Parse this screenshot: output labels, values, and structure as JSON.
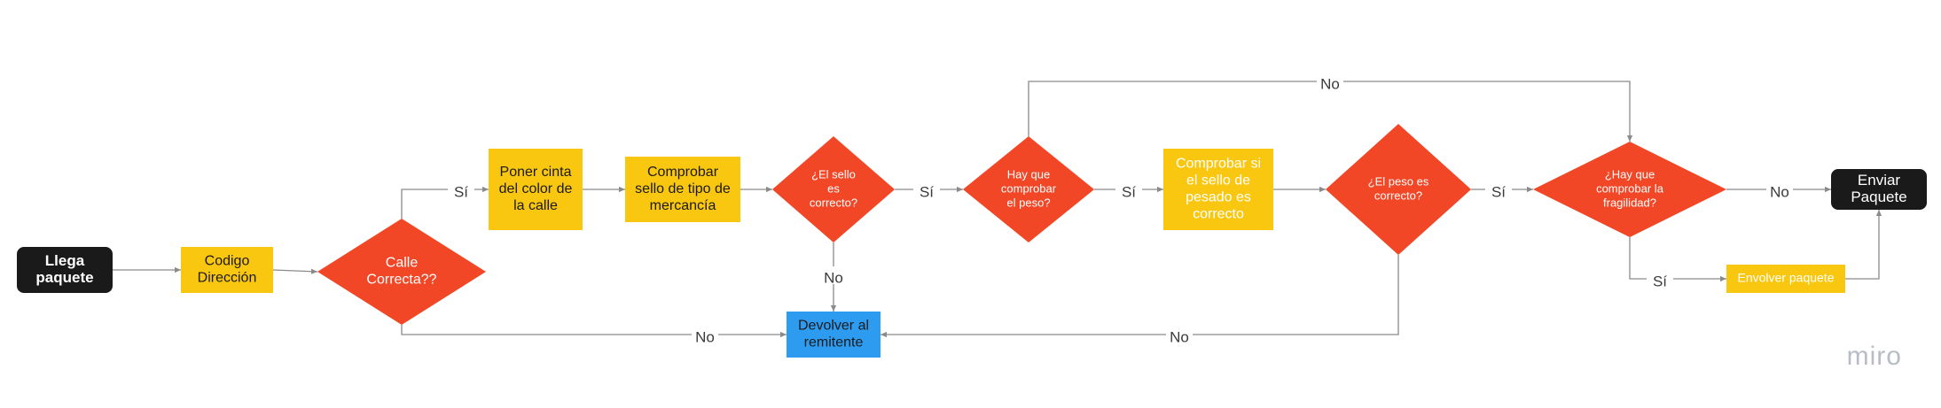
{
  "nodes": {
    "llega": {
      "lines": [
        "Llega",
        "paquete"
      ],
      "bg": "#1a1a1a",
      "fg": "#ffffff"
    },
    "codigo": {
      "lines": [
        "Codigo",
        "Dirección"
      ],
      "bg": "#fac710",
      "fg": "#1a1a1a"
    },
    "calle": {
      "lines": [
        "Calle",
        "Correcta??"
      ],
      "bg": "#f24726",
      "fg": "#ffffff"
    },
    "poner": {
      "lines": [
        "Poner cinta",
        "del color de",
        "la calle"
      ],
      "bg": "#fac710",
      "fg": "#1a1a1a"
    },
    "comprobar_sello_tipo": {
      "lines": [
        "Comprobar",
        "sello de tipo de",
        "mercancía"
      ],
      "bg": "#fac710",
      "fg": "#1a1a1a"
    },
    "sello_correcto": {
      "lines": [
        "¿El sello",
        "es",
        "correcto?"
      ],
      "bg": "#f24726",
      "fg": "#ffffff"
    },
    "devolver": {
      "lines": [
        "Devolver al",
        "remitente"
      ],
      "bg": "#2d9bf0",
      "fg": "#1a1a1a"
    },
    "hay_peso": {
      "lines": [
        "Hay que",
        "comprobar",
        "el peso?"
      ],
      "bg": "#f24726",
      "fg": "#ffffff"
    },
    "comprobar_sello_pesado": {
      "lines": [
        "Comprobar si",
        "el sello de",
        "pesado es",
        "correcto"
      ],
      "bg": "#fac710",
      "fg": "#ffffff"
    },
    "peso_correcto": {
      "lines": [
        "¿El peso es",
        "correcto?"
      ],
      "bg": "#f24726",
      "fg": "#ffffff"
    },
    "hay_fragilidad": {
      "lines": [
        "¿Hay que",
        "comprobar la",
        "fragilidad?"
      ],
      "bg": "#f24726",
      "fg": "#ffffff"
    },
    "enviar": {
      "lines": [
        "Enviar",
        "Paquete"
      ],
      "bg": "#1a1a1a",
      "fg": "#ffffff"
    },
    "envolver": {
      "lines": [
        "Envolver paquete"
      ],
      "bg": "#fac710",
      "fg": "#ffffff"
    }
  },
  "edge_labels": {
    "si": "Sí",
    "no": "No"
  },
  "watermark": "miro",
  "colors": {
    "line": "#8a8a8a",
    "label": "#3a3a3a"
  }
}
